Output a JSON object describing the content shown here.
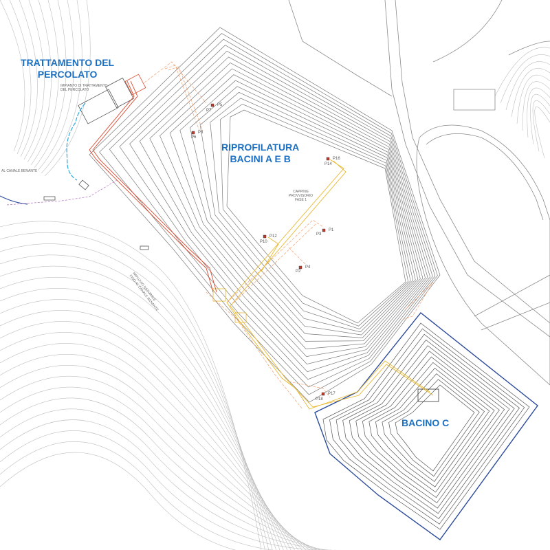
{
  "labels": {
    "leachate_title_1": "TRATTAMENTO DEL",
    "leachate_title_2": "PERCOLATO",
    "plant_note_1": "IMPIANTO DI TRATTAMENTO",
    "plant_note_2": "DEL PERCOLATO",
    "canal_note": "AL CANALE BENANTE",
    "impluvio_note_1": "IMPLUVIO NATURALE",
    "impluvio_note_2": "FINO AL CANALE BENANTE",
    "basins_ab_1": "RIPROFILATURA",
    "basins_ab_2": "BACINI A E B",
    "capping_1": "CAPPING",
    "capping_2": "PROVVISORIO",
    "capping_3": "FASE 1",
    "basin_c": "BACINO C"
  },
  "wells": [
    "P5",
    "P7",
    "P6",
    "P8",
    "P14",
    "P16",
    "P1",
    "P3",
    "P10",
    "P12",
    "P2",
    "P4",
    "P17",
    "P18"
  ],
  "colors": {
    "label_blue": "#1b6fc0",
    "contour": "#9a9a9a",
    "red_pipe": "#d9472b",
    "orange_pipe": "#f0a070",
    "yellow_pipe": "#e8b830",
    "basin_c_boundary": "#2a4a9a",
    "drain_blue": "#2aa8e0",
    "purple_line": "#b070c0"
  }
}
